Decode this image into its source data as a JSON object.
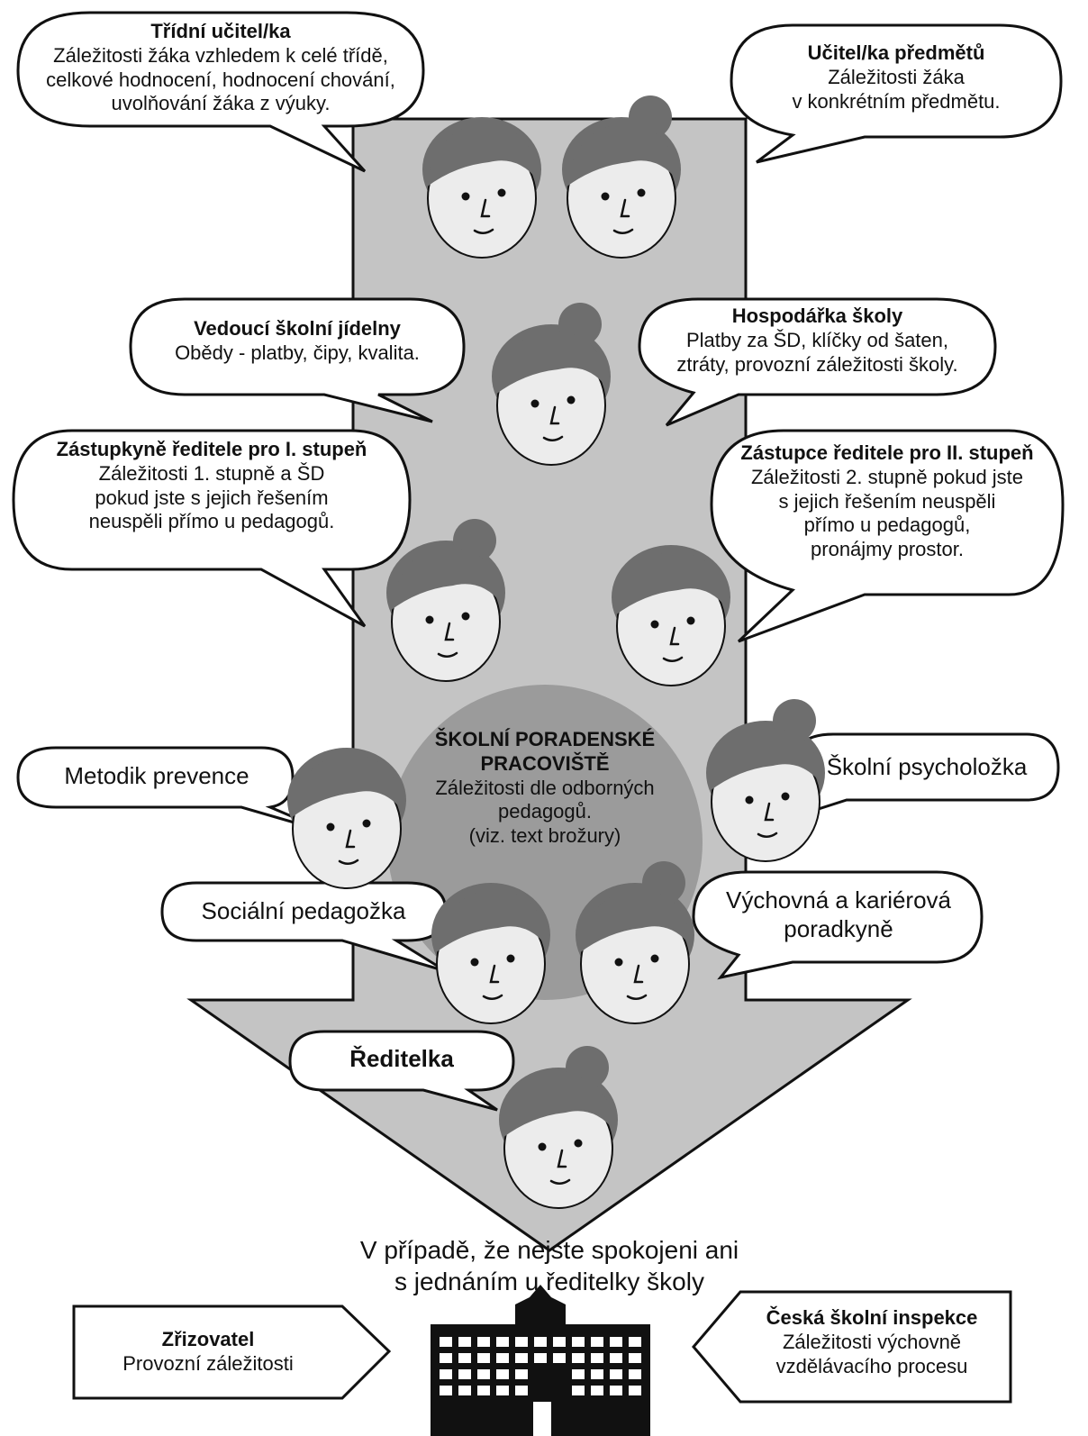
{
  "bubbles": {
    "tridni": {
      "title": "Třídní učitel/ka",
      "lines": [
        "Záležitosti žáka vzhledem k celé třídě,",
        "celkové hodnocení, hodnocení chování,",
        "uvolňování žáka z výuky."
      ]
    },
    "predmetu": {
      "title": "Učitel/ka předmětů",
      "lines": [
        "Záležitosti žáka",
        "v konkrétním předmětu."
      ]
    },
    "jidelna": {
      "title": "Vedoucí školní jídelny",
      "lines": [
        "Obědy - platby, čipy, kvalita."
      ]
    },
    "hospodarka": {
      "title": "Hospodářka školy",
      "lines": [
        "Platby za ŠD, klíčky od šaten,",
        "ztráty, provozní záležitosti školy."
      ]
    },
    "zast1": {
      "title": "Zástupkyně ředitele pro I. stupeň",
      "lines": [
        "Záležitosti 1. stupně a ŠD",
        "pokud jste s jejich řešením",
        "neuspěli přímo u pedagogů."
      ]
    },
    "zast2": {
      "title": "Zástupce ředitele pro II. stupeň",
      "lines": [
        "Záležitosti 2. stupně pokud jste",
        "s jejich řešením neuspěli",
        "přímo u pedagogů,",
        "pronájmy prostor."
      ]
    },
    "metodik": {
      "label": "Metodik prevence"
    },
    "psycholozka": {
      "label": "Školní psycholožka"
    },
    "socialni": {
      "label": "Sociální pedagožka"
    },
    "vychovna": {
      "lines": [
        "Výchovná a kariérová",
        "poradkyně"
      ]
    },
    "reditelka": {
      "label": "Ředitelka"
    }
  },
  "center_circle": {
    "title_lines": [
      "ŠKOLNÍ PORADENSKÉ",
      "PRACOVIŠTĚ"
    ],
    "lines": [
      "Záležitosti dle odborných",
      "pedagogů.",
      "(viz. text brožury)"
    ]
  },
  "bottom_text": {
    "lines": [
      "V případě, že nejste spokojeni ani",
      "s jednáním u ředitelky školy"
    ]
  },
  "boxes": {
    "zrizovatel": {
      "title": "Zřizovatel",
      "line": "Provozní záležitosti"
    },
    "inspekce": {
      "title": "Česká školní inspekce",
      "lines": [
        "Záležitosti výchovně",
        "vzdělávacího procesu"
      ]
    }
  },
  "icons": [
    "face-icon",
    "school-building-icon"
  ],
  "colors": {
    "arrow": "#c4c4c4",
    "circle": "#9b9b9b",
    "hair": "#6e6e6e",
    "skin": "#ececec",
    "outline": "#111111"
  }
}
